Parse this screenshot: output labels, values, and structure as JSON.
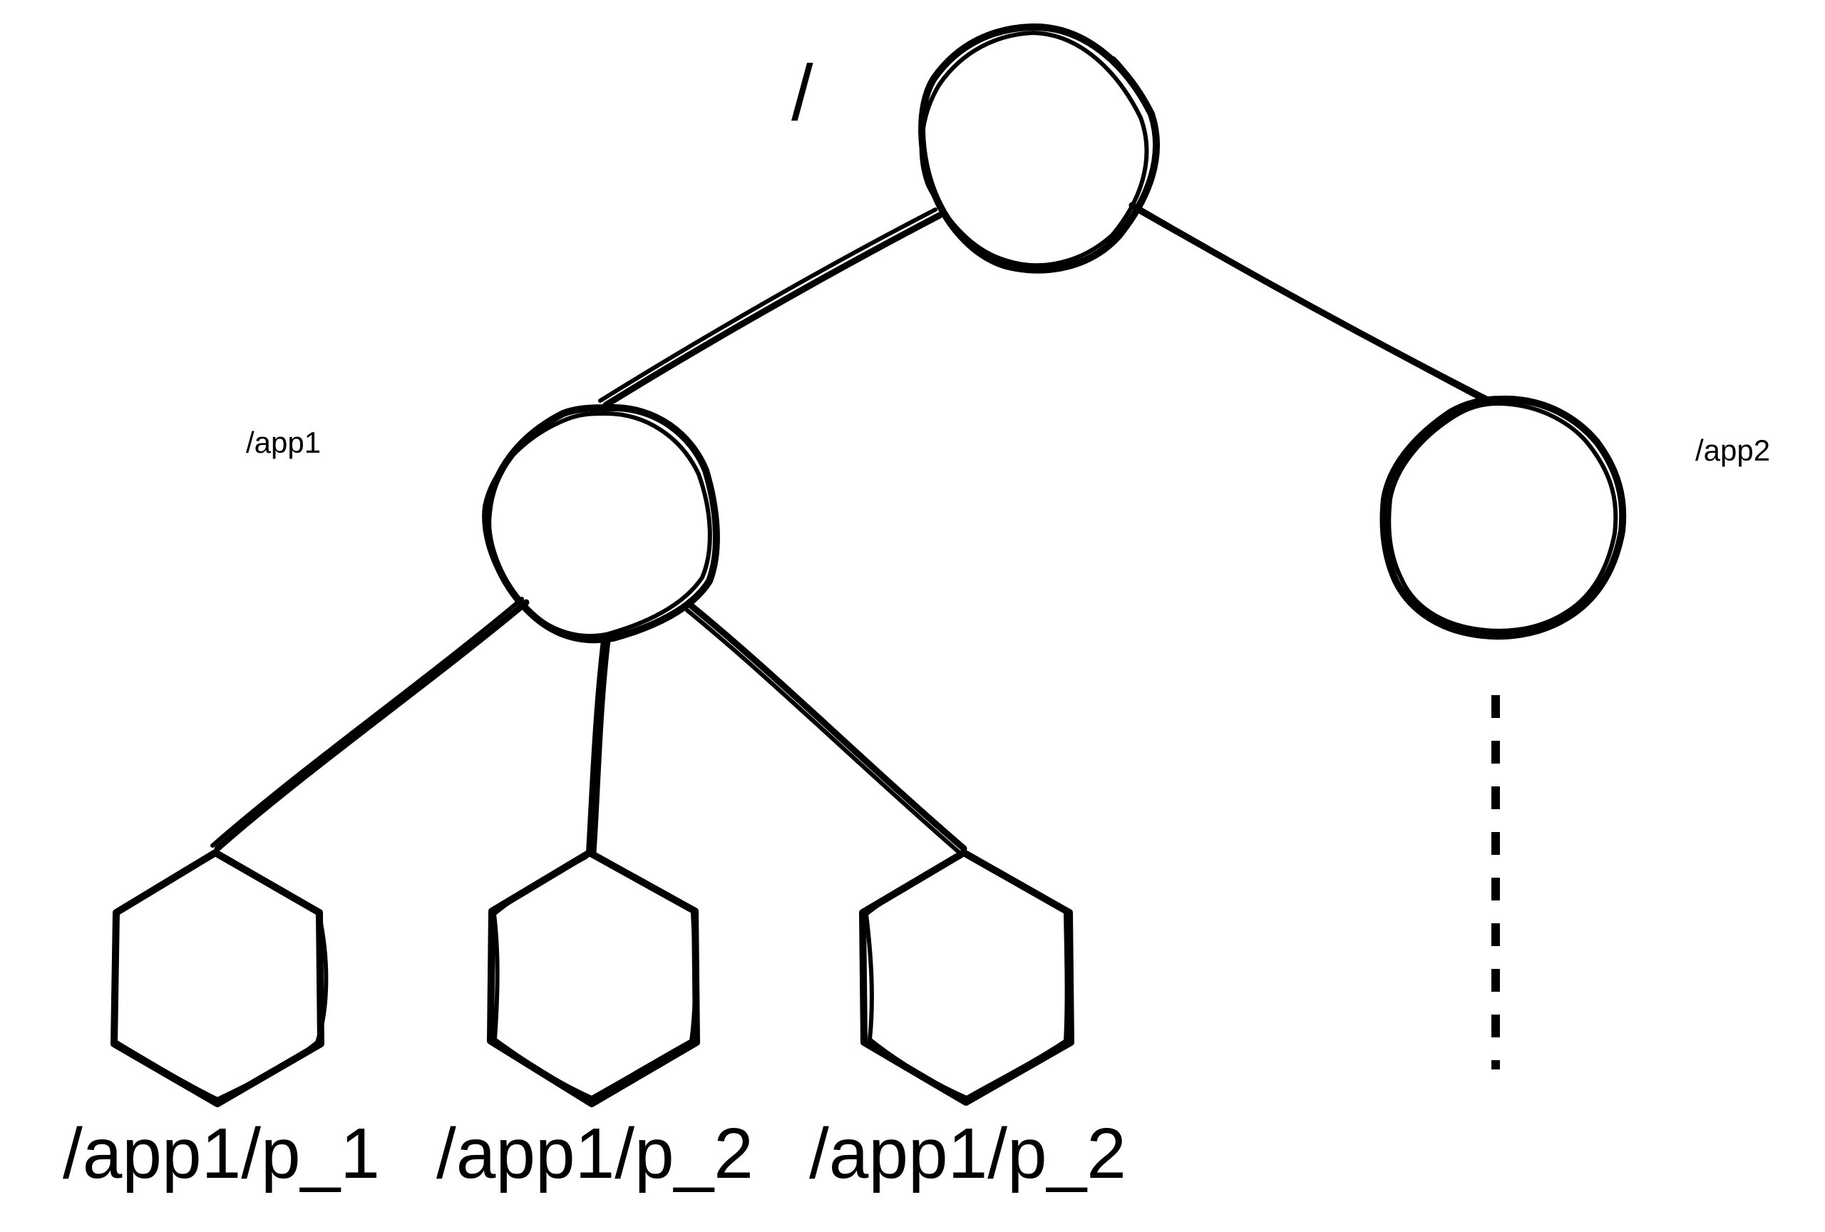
{
  "nodes": {
    "root": {
      "label": "/"
    },
    "app1": {
      "label": "/app1"
    },
    "app2": {
      "label": "/app2"
    },
    "p1": {
      "label": "/app1/p_1"
    },
    "p2a": {
      "label": "/app1/p_2"
    },
    "p2b": {
      "label": "/app1/p_2"
    }
  },
  "colors": {
    "ink": "#000000",
    "background": "#ffffff"
  }
}
